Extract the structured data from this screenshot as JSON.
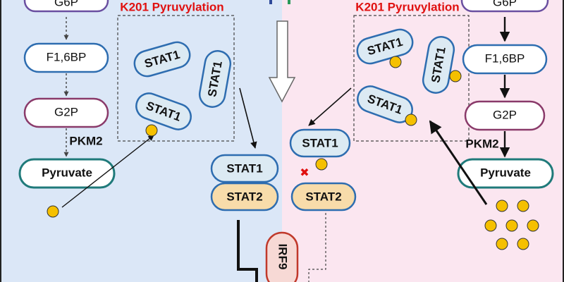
{
  "colors": {
    "left_bg": "#dbe7f7",
    "right_bg": "#fbe6f0",
    "stat1_fill": "#dceaf3",
    "stat1_stroke": "#2e6db0",
    "stat2_fill": "#f8dcaa",
    "stat2_stroke": "#2e6db0",
    "pyruvylation_title": "#e01010",
    "g6p_stroke": "#6a4fa0",
    "f16bp_stroke": "#2e6db0",
    "g2p_stroke": "#8a3a6a",
    "pyruvate_stroke": "#1f7a7a",
    "pyruvate_dot": "#f5c000",
    "irf9_fill": "#f7d9d5",
    "irf9_stroke": "#c0392b",
    "block_mark": "#e01010"
  },
  "left": {
    "title": "K201 Pyruvylation",
    "pathway": {
      "g6p": "G6P",
      "f16bp": "F1,6BP",
      "g2p": "G2P",
      "enzyme": "PKM2",
      "pyruvate": "Pyruvate"
    },
    "box_stat1": [
      "STAT1",
      "STAT1",
      "STAT1"
    ],
    "dimer": {
      "stat1": "STAT1",
      "stat2": "STAT2"
    }
  },
  "right": {
    "title": "K201 Pyruvylation",
    "pathway": {
      "g6p": "G6P",
      "f16bp": "F1,6BP",
      "g2p": "G2P",
      "enzyme": "PKM2",
      "pyruvate": "Pyruvate"
    },
    "box_stat1": [
      "STAT1",
      "STAT1",
      "STAT1"
    ],
    "free_stat1": "STAT1",
    "free_stat2": "STAT2"
  },
  "irf9": "IRF9",
  "block_symbol": "✖"
}
